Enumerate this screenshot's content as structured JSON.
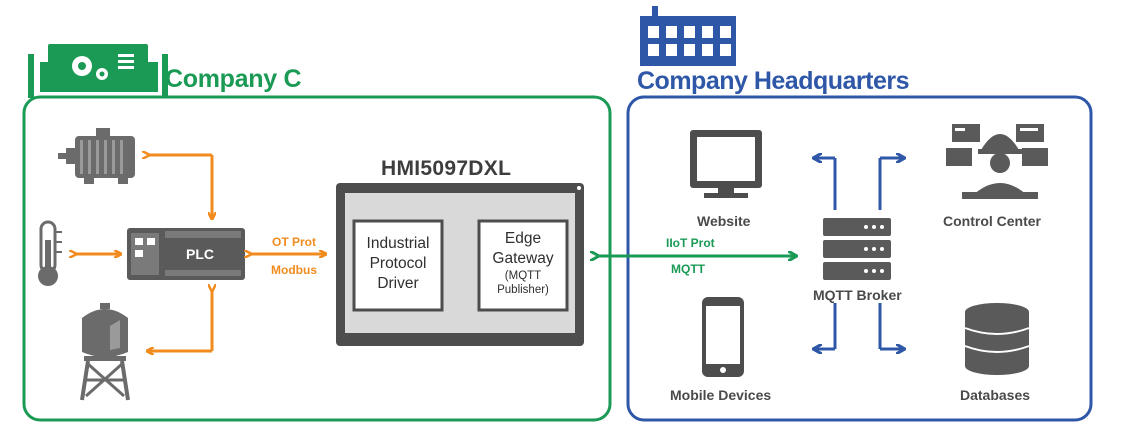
{
  "company_c": {
    "title": "Company C"
  },
  "headquarters": {
    "title": "Company Headquarters"
  },
  "hmi": {
    "title": "HMI5097DXL",
    "driver_label": [
      "Industrial",
      "Protocol",
      "Driver"
    ],
    "gateway_label": [
      "Edge",
      "Gateway"
    ],
    "gateway_sub": [
      "(MQTT",
      "Publisher)"
    ]
  },
  "plc": {
    "label": "PLC"
  },
  "ot_link": {
    "line1": "OT Prot",
    "line2": "Modbus"
  },
  "iiot_link": {
    "line1": "IIoT Prot",
    "line2": "MQTT"
  },
  "hq_nodes": {
    "website": "Website",
    "control_center": "Control Center",
    "broker": "MQTT Broker",
    "mobile": "Mobile Devices",
    "databases": "Databases"
  },
  "colors": {
    "green": "#1a9a54",
    "blue": "#2f57a7",
    "orange": "#f28b1e",
    "gray": "#4a4a4a"
  },
  "icons": [
    "motor-icon",
    "thermometer-icon",
    "water-tower-icon",
    "factory-gears-icon",
    "office-building-icon",
    "monitor-icon",
    "smartphone-icon",
    "server-icon",
    "operator-icon",
    "database-icon"
  ]
}
